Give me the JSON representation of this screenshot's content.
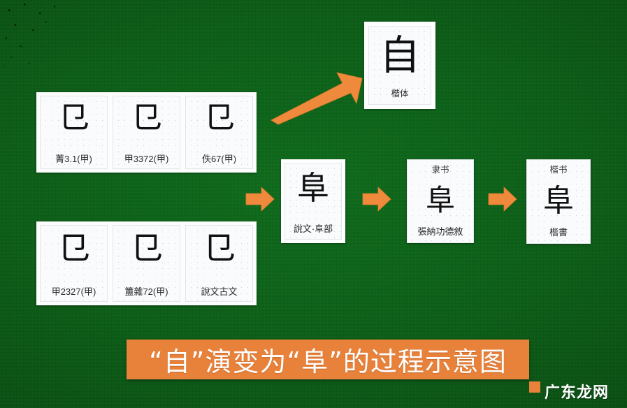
{
  "meta": {
    "title": "“自”演变为“阜”的过程示意图",
    "background_color": "#0b5c16",
    "accent_color": "#e8813a",
    "card_color": "#fafbfd"
  },
  "oracle_group_top": {
    "name": "oracle-bone-group-top",
    "cards": [
      {
        "glyph": "⺋",
        "label": "菁3.1(甲)"
      },
      {
        "glyph": "⺋",
        "label": "甲3372(甲)"
      },
      {
        "glyph": "⺋",
        "label": "佚67(甲)"
      }
    ]
  },
  "oracle_group_bottom": {
    "name": "oracle-bone-group-bottom",
    "cards": [
      {
        "glyph": "⺋",
        "label": "甲2327(甲)"
      },
      {
        "glyph": "⺋",
        "label": "簠雜72(甲)"
      },
      {
        "glyph": "⺋",
        "label": "說文古文"
      }
    ]
  },
  "kaiti_card": {
    "name": "kaiti-card",
    "glyph": "自",
    "label": "楷体"
  },
  "evolution_row": {
    "cards": [
      {
        "name": "shuowen-card",
        "glyph": "阜",
        "label_top": "",
        "label_bottom": "說文·阜部"
      },
      {
        "name": "lishu-card",
        "glyph": "阜",
        "label_top": "隶书",
        "label_bottom": "張納功德敘"
      },
      {
        "name": "kaishu-card",
        "glyph": "阜",
        "label_top": "楷书",
        "label_bottom": "楷書"
      }
    ]
  },
  "arrows": {
    "diagonal": {
      "name": "arrow-diagonal-up-right",
      "color": "#e8813a"
    },
    "right_1": {
      "name": "arrow-right-1",
      "color": "#ef8a3c"
    },
    "right_2": {
      "name": "arrow-right-2",
      "color": "#ef8a3c"
    },
    "right_3": {
      "name": "arrow-right-3",
      "color": "#ef8a3c"
    }
  },
  "watermark": {
    "name": "watermark",
    "text": "广东龙网"
  }
}
